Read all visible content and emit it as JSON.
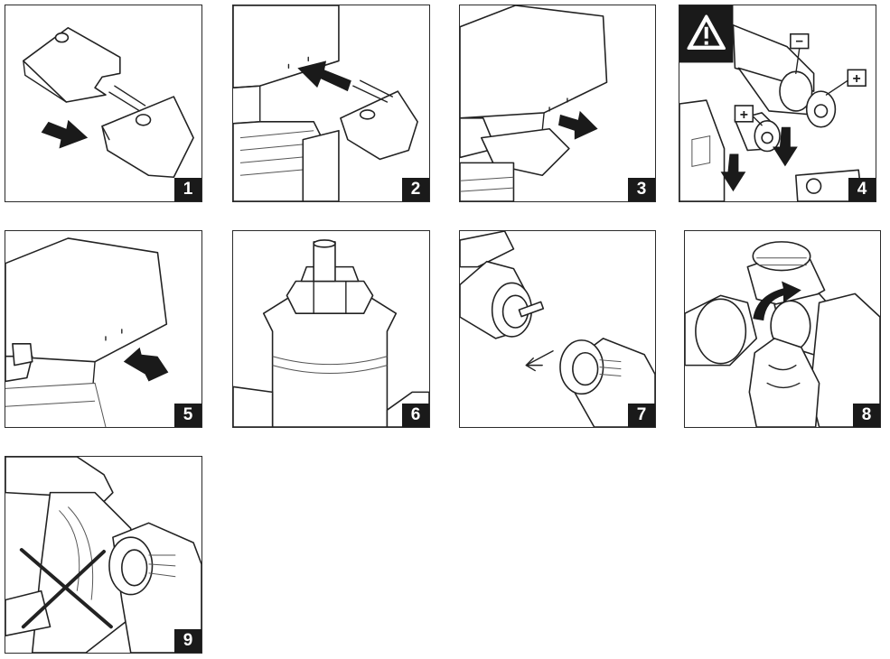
{
  "panels": [
    {
      "number": "1"
    },
    {
      "number": "2"
    },
    {
      "number": "3"
    },
    {
      "number": "4",
      "symbols": {
        "minus": "−",
        "plus": "+"
      }
    },
    {
      "number": "5"
    },
    {
      "number": "6"
    },
    {
      "number": "7"
    },
    {
      "number": "8"
    },
    {
      "number": "9"
    }
  ],
  "colors": {
    "frame": "#2a2a2a",
    "badge": "#1a1a1a",
    "ink": "#222222"
  }
}
